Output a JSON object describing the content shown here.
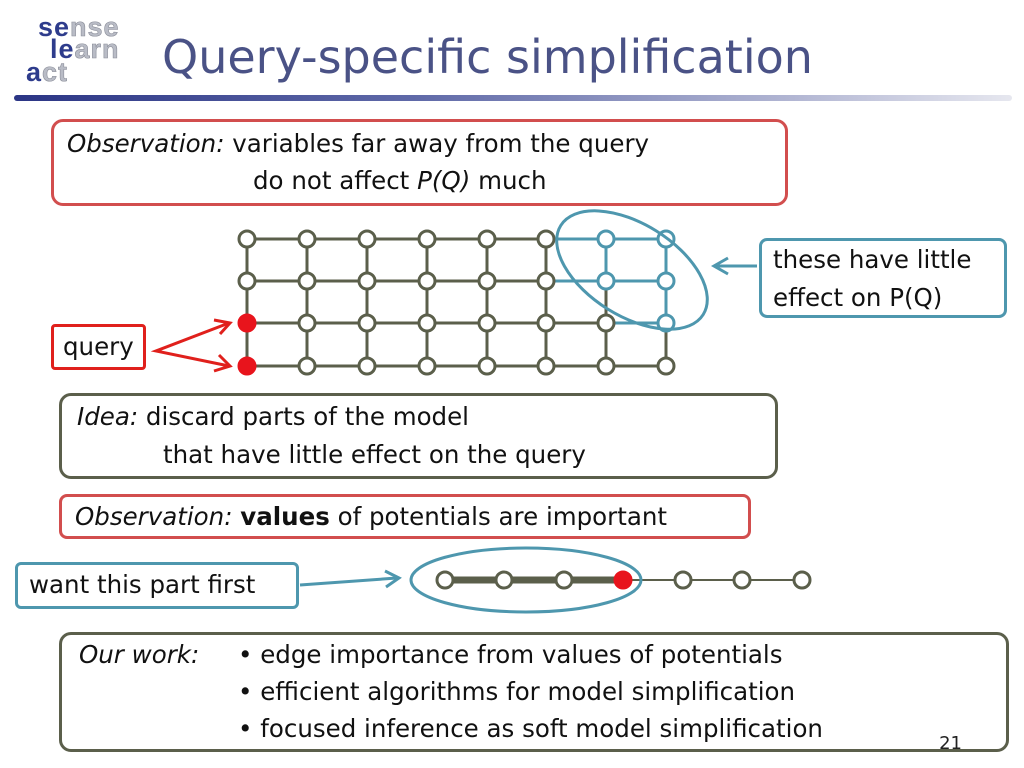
{
  "header": {
    "logo": {
      "line1_dark": "se",
      "line1_grey": "nse",
      "line2_dark": "le",
      "line2_grey": "arn",
      "line3_dark": "a",
      "line3_grey": "ct"
    },
    "title": "Query-specific simplification"
  },
  "observation1": {
    "label": "Observation:",
    "line1": "variables far away from the query",
    "line2_pre": "do not affect",
    "line2_em": "P(Q)",
    "line2_post": "much"
  },
  "callout_far": {
    "line1": "these have little",
    "line2": "effect on P(Q)"
  },
  "query_label": "query",
  "idea": {
    "label": "Idea:",
    "line1": "discard parts of the model",
    "line2": "that have little effect on the query"
  },
  "observation2": {
    "label": "Observation:",
    "bold": "values",
    "rest": "of potentials are important"
  },
  "want_label": "want this part first",
  "our_work": {
    "label": "Our work:",
    "bullets": [
      "• edge importance from values of potentials",
      "• efficient algorithms for model simplification",
      "• focused inference as soft model simplification"
    ]
  },
  "page_number": "21",
  "colors": {
    "grid": "#5b5f4b",
    "query_node": "#e8141c",
    "highlight": "#4e97ae",
    "title": "#4a5286"
  }
}
